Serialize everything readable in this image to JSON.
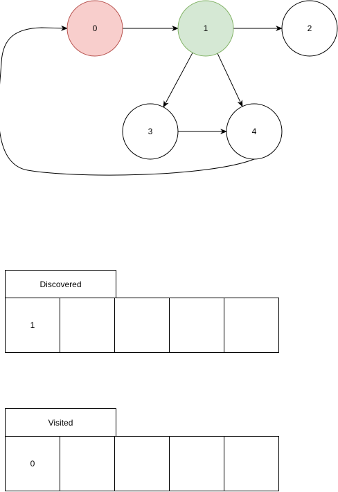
{
  "graph": {
    "nodes": [
      {
        "id": "0",
        "label": "0",
        "fill": "#f8cecc",
        "stroke": "#b85450"
      },
      {
        "id": "1",
        "label": "1",
        "fill": "#d5e8d4",
        "stroke": "#82b366"
      },
      {
        "id": "2",
        "label": "2",
        "fill": "#ffffff",
        "stroke": "#000000"
      },
      {
        "id": "3",
        "label": "3",
        "fill": "#ffffff",
        "stroke": "#000000"
      },
      {
        "id": "4",
        "label": "4",
        "fill": "#ffffff",
        "stroke": "#000000"
      }
    ],
    "edges": [
      {
        "from": "0",
        "to": "1"
      },
      {
        "from": "1",
        "to": "2"
      },
      {
        "from": "1",
        "to": "3"
      },
      {
        "from": "1",
        "to": "4"
      },
      {
        "from": "3",
        "to": "4"
      },
      {
        "from": "4",
        "to": "0"
      }
    ]
  },
  "discovered": {
    "label": "Discovered",
    "cells": [
      "1",
      "",
      "",
      "",
      ""
    ]
  },
  "visited": {
    "label": "Visited",
    "cells": [
      "0",
      "",
      "",
      "",
      ""
    ]
  }
}
